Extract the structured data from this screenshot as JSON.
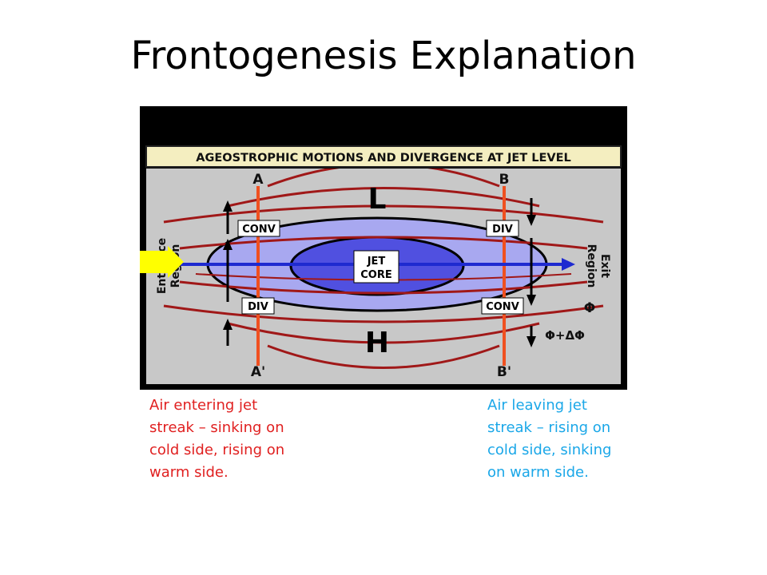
{
  "slide": {
    "title": "Frontogenesis Explanation"
  },
  "diagram": {
    "header": "AGEOSTROPHIC MOTIONS AND DIVERGENCE AT JET LEVEL",
    "low_label": "L",
    "high_label": "H",
    "section_a_top": "A",
    "section_a_bottom": "A'",
    "section_b_top": "B",
    "section_b_bottom": "B'",
    "conv_upper_left": "CONV",
    "div_upper_right": "DIV",
    "div_lower_left": "DIV",
    "conv_lower_right": "CONV",
    "jet_core_line1": "JET",
    "jet_core_line2": "CORE",
    "entrance_line1": "Entrance",
    "entrance_line2": "Region",
    "exit_line1": "Exit",
    "exit_line2": "Region",
    "phi_label": "Φ",
    "phi_delta_label": "Φ+ΔΦ",
    "colors": {
      "background": "#000000",
      "panel": "#c8c8c8",
      "header_band": "#f4eec0",
      "jet_outer": "#a8a8f0",
      "jet_core": "#5050e0",
      "contours": "#a01818",
      "section_lines": "#f05020",
      "jet_arrow": "#1e2ad0",
      "highlight_arrow": "#ffff00"
    }
  },
  "captions": {
    "left": "Air entering jet streak – sinking on cold side, rising on warm side.",
    "right": "Air leaving jet streak – rising on cold side, sinking on warm side."
  }
}
